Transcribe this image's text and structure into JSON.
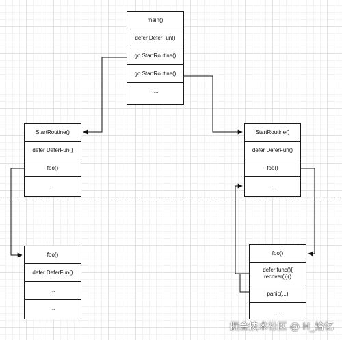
{
  "main_stack": [
    "main()",
    "defer DeferFun()",
    "go StartRoutine()",
    "go StartRoutine()",
    "...."
  ],
  "left_routine": [
    "StartRoutine()",
    "defer DeferFun()",
    "foo()",
    "..."
  ],
  "right_routine": [
    "StartRoutine()",
    "defer DeferFun()",
    "foo()",
    "..."
  ],
  "left_foo": [
    "foo()",
    "defer DeferFun()",
    "...",
    "..."
  ],
  "right_foo": [
    "foo()",
    "defer func(){",
    "recover()}()",
    "panic(...)",
    "..."
  ],
  "watermark": "掘金技术社区 @ H_拾忆"
}
